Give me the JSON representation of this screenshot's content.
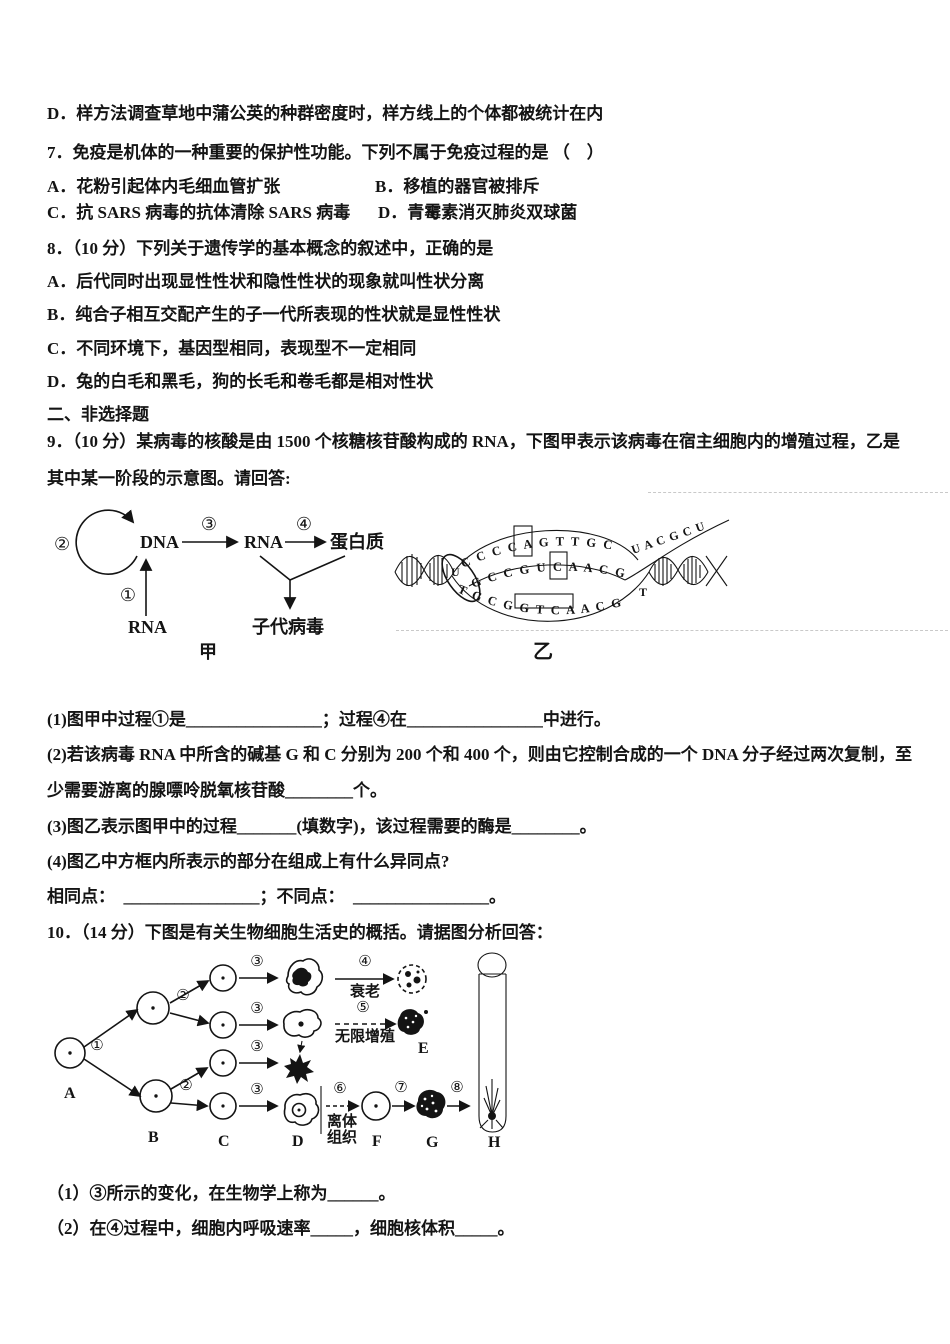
{
  "q6d": "D．样方法调查草地中蒲公英的种群密度时，样方线上的个体都被统计在内",
  "q7": {
    "stem": "7．免疫是机体的一种重要的保护性功能。下列不属于免疫过程的是 （    ）",
    "optA": "A．花粉引起体内毛细血管扩张",
    "optB": "B．移植的器官被排斥",
    "optC": "C．抗 SARS 病毒的抗体清除 SARS 病毒",
    "optD": "D．青霉素消灭肺炎双球菌"
  },
  "q8": {
    "stem": "8．（10 分）下列关于遗传学的基本概念的叙述中，正确的是",
    "optA": "A．后代同时出现显性性状和隐性性状的现象就叫性状分离",
    "optB": "B．纯合子相互交配产生的子一代所表现的性状就是显性性状",
    "optC": "C．不同环境下，基因型相同，表现型不一定相同",
    "optD": "D．兔的白毛和黑毛，狗的长毛和卷毛都是相对性状"
  },
  "sec2": "二、非选择题",
  "q9": {
    "stem1": "9．（10 分）某病毒的核酸是由 1500 个核糖核苷酸构成的 RNA，下图甲表示该病毒在宿主细胞内的增殖过程，乙是",
    "stem2": "其中某一阶段的示意图。请回答:",
    "b1": "(1)图甲中过程①是________________；过程④在________________中进行。",
    "b2a": "(2)若该病毒 RNA 中所含的碱基 G 和 C 分别为 200 个和 400 个，则由它控制合成的一个 DNA 分子经过两次复制，至",
    "b2b": "少需要游离的腺嘌呤脱氧核苷酸________个。",
    "b3": "(3)图乙表示图甲中的过程_______(填数字)，该过程需要的酶是________。",
    "b4": "(4)图乙中方框内所表示的部分在组成上有什么异同点?",
    "b5": "相同点：  ________________；不同点：  ________________。"
  },
  "q10": {
    "stem": "10．（14 分）下图是有关生物细胞生活史的概括。请据图分析回答：",
    "sub1": "（1）③所示的变化，在生物学上称为______。",
    "sub2": "（2）在④过程中，细胞内呼吸速率_____，细胞核体积_____。"
  },
  "fig_jia": {
    "caption": "甲",
    "dna": "DNA",
    "rna": "RNA",
    "rna_template": "RNA",
    "protein": "蛋白质",
    "progeny": "子代病毒",
    "n1": "①",
    "n2": "②",
    "n3": "③",
    "n4": "④"
  },
  "fig_yi": {
    "caption": "乙",
    "top": "C C C C A G T T G C",
    "mid": "G C C G U C A A C G",
    "bottom": "T G C G G T C A A C G",
    "exit": "U A C G C U",
    "t_right": "T",
    "enzyme_u": "U"
  },
  "fig_cell": {
    "n1": "①",
    "n2": "②",
    "n3": "③",
    "n4": "④",
    "n5": "⑤",
    "n6": "⑥",
    "n7": "⑦",
    "n8": "⑧",
    "aging": "衰老",
    "unlimited": "无限增殖",
    "iso1": "离体",
    "iso2": "组织",
    "lab_a": "A",
    "lab_b": "B",
    "lab_c": "C",
    "lab_d": "D",
    "lab_e": "E",
    "lab_f": "F",
    "lab_g": "G",
    "lab_h": "H"
  }
}
